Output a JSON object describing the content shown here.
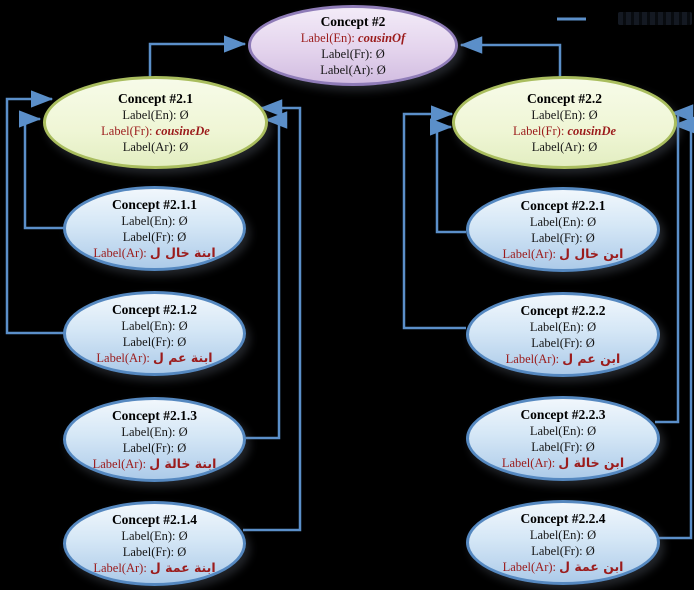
{
  "canvas": {
    "background": "#000000"
  },
  "palette": {
    "connector": "#5b8fc9",
    "red_text": "#9b1b1b",
    "purple_border": "#8f7cb8",
    "green_border": "#a9bd5e",
    "blue_border": "#5588c0"
  },
  "legend": {
    "line_color": "#5b8fc9"
  },
  "nodes": [
    {
      "id": "c2",
      "title": "Concept #2",
      "lines": [
        {
          "label": "Label(En):",
          "value": "cousinOf",
          "red": true,
          "italic": true
        },
        {
          "label": "Label(Fr):",
          "value": "Ø"
        },
        {
          "label": "Label(Ar):",
          "value": "Ø"
        }
      ]
    },
    {
      "id": "c21",
      "title": "Concept #2.1",
      "lines": [
        {
          "label": "Label(En):",
          "value": "Ø"
        },
        {
          "label": "Label(Fr):",
          "value": "cousineDe",
          "red": true,
          "italic": true
        },
        {
          "label": "Label(Ar):",
          "value": "Ø"
        }
      ]
    },
    {
      "id": "c22",
      "title": "Concept #2.2",
      "lines": [
        {
          "label": "Label(En):",
          "value": "Ø"
        },
        {
          "label": "Label(Fr):",
          "value": "cousinDe",
          "red": true,
          "italic": true
        },
        {
          "label": "Label(Ar):",
          "value": "Ø"
        }
      ]
    },
    {
      "id": "c211",
      "title": "Concept #2.1.1",
      "lines": [
        {
          "label": "Label(En):",
          "value": "Ø"
        },
        {
          "label": "Label(Fr):",
          "value": "Ø"
        },
        {
          "label": "Label(Ar):",
          "value": "ابنة خال ل",
          "red": true,
          "arabic": true
        }
      ]
    },
    {
      "id": "c212",
      "title": "Concept #2.1.2",
      "lines": [
        {
          "label": "Label(En):",
          "value": "Ø"
        },
        {
          "label": "Label(Fr):",
          "value": "Ø"
        },
        {
          "label": "Label(Ar):",
          "value": "ابنة عم ل",
          "red": true,
          "arabic": true
        }
      ]
    },
    {
      "id": "c213",
      "title": "Concept #2.1.3",
      "lines": [
        {
          "label": "Label(En):",
          "value": "Ø"
        },
        {
          "label": "Label(Fr):",
          "value": "Ø"
        },
        {
          "label": "Label(Ar):",
          "value": "ابنة خالة ل",
          "red": true,
          "arabic": true
        }
      ]
    },
    {
      "id": "c214",
      "title": "Concept #2.1.4",
      "lines": [
        {
          "label": "Label(En):",
          "value": "Ø"
        },
        {
          "label": "Label(Fr):",
          "value": "Ø"
        },
        {
          "label": "Label(Ar):",
          "value": "ابنة عمة ل",
          "red": true,
          "arabic": true
        }
      ]
    },
    {
      "id": "c221",
      "title": "Concept #2.2.1",
      "lines": [
        {
          "label": "Label(En):",
          "value": "Ø"
        },
        {
          "label": "Label(Fr):",
          "value": "Ø"
        },
        {
          "label": "Label(Ar):",
          "value": "ابن خال ل",
          "red": true,
          "arabic": true
        }
      ]
    },
    {
      "id": "c222",
      "title": "Concept #2.2.2",
      "lines": [
        {
          "label": "Label(En):",
          "value": "Ø"
        },
        {
          "label": "Label(Fr):",
          "value": "Ø"
        },
        {
          "label": "Label(Ar):",
          "value": "ابن عم ل",
          "red": true,
          "arabic": true
        }
      ]
    },
    {
      "id": "c223",
      "title": "Concept #2.2.3",
      "lines": [
        {
          "label": "Label(En):",
          "value": "Ø"
        },
        {
          "label": "Label(Fr):",
          "value": "Ø"
        },
        {
          "label": "Label(Ar):",
          "value": "ابن خالة ل",
          "red": true,
          "arabic": true
        }
      ]
    },
    {
      "id": "c224",
      "title": "Concept #2.2.4",
      "lines": [
        {
          "label": "Label(En):",
          "value": "Ø"
        },
        {
          "label": "Label(Fr):",
          "value": "Ø"
        },
        {
          "label": "Label(Ar):",
          "value": "ابن عمة ل",
          "red": true,
          "arabic": true
        }
      ]
    }
  ],
  "relations": [
    {
      "from": "c21",
      "to": "c2"
    },
    {
      "from": "c22",
      "to": "c2"
    },
    {
      "from": "c211",
      "to": "c21"
    },
    {
      "from": "c212",
      "to": "c21"
    },
    {
      "from": "c213",
      "to": "c21"
    },
    {
      "from": "c214",
      "to": "c21"
    },
    {
      "from": "c221",
      "to": "c22"
    },
    {
      "from": "c222",
      "to": "c22"
    },
    {
      "from": "c223",
      "to": "c22"
    },
    {
      "from": "c224",
      "to": "c22"
    }
  ]
}
